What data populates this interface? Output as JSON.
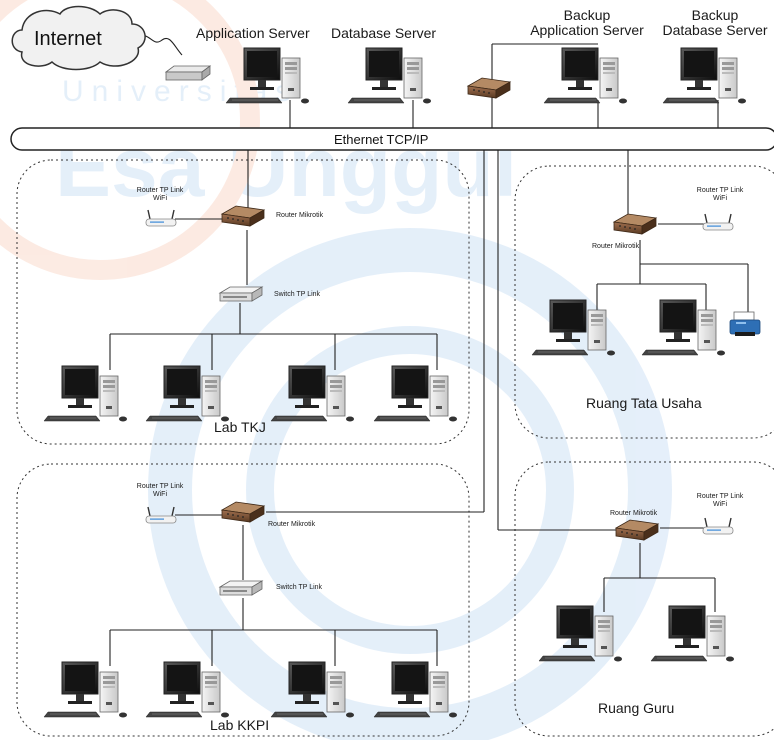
{
  "watermark": {
    "line1": "Universitas",
    "line2": "Esa Unggul",
    "color": "#2a7fd6"
  },
  "top": {
    "internet": "Internet",
    "application_server": "Application Server",
    "database_server": "Database Server",
    "backup_app_line1": "Backup",
    "backup_app_line2": "Application Server",
    "backup_db_line1": "Backup",
    "backup_db_line2": "Database Server"
  },
  "bus": {
    "label": "Ethernet TCP/IP"
  },
  "devices": {
    "router_tp_line1": "Router TP Link",
    "router_tp_line2": "WiFi",
    "router_mikrotik": "Router Mikrotik",
    "switch_tp": "Switch TP Link"
  },
  "zones": {
    "lab_tkj": "Lab TKJ",
    "lab_kkpi": "Lab KKPI",
    "ruang_tata_usaha": "Ruang Tata Usaha",
    "ruang_guru": "Ruang Guru"
  },
  "icons": [
    "cloud-icon",
    "modem-icon",
    "computer-icon",
    "server-tower-icon",
    "router-icon",
    "wifi-router-icon",
    "switch-icon",
    "printer-icon"
  ]
}
